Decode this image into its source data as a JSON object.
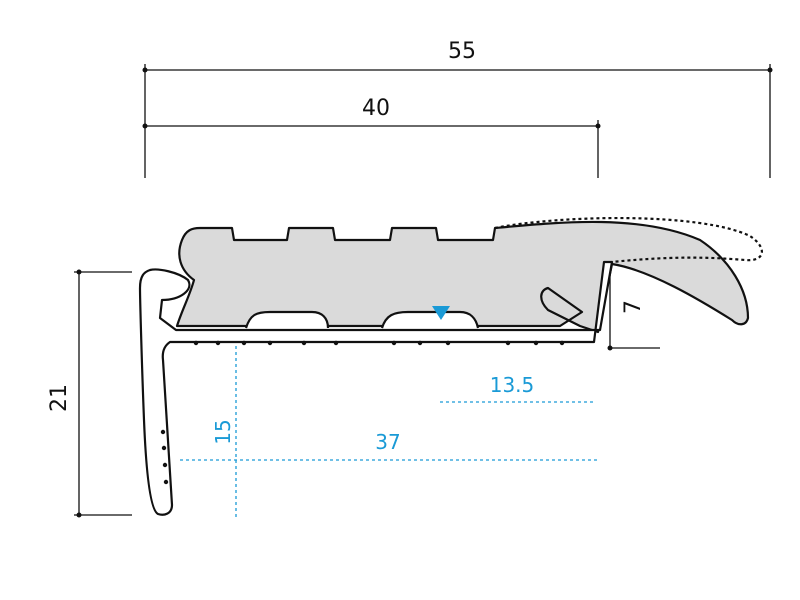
{
  "dimensions": {
    "overall_width": "55",
    "tread_width": "40",
    "height": "21",
    "nose_height": "7"
  },
  "reference_dimensions": {
    "insert_offset": "13.5",
    "base_length": "37",
    "leg_depth": "15"
  },
  "colors": {
    "dimension": "#111111",
    "reference": "#1a9ad6",
    "insert_fill": "#dadada",
    "profile_fill": "#ffffff"
  },
  "icons": {
    "marker": "triangle-down-icon"
  }
}
